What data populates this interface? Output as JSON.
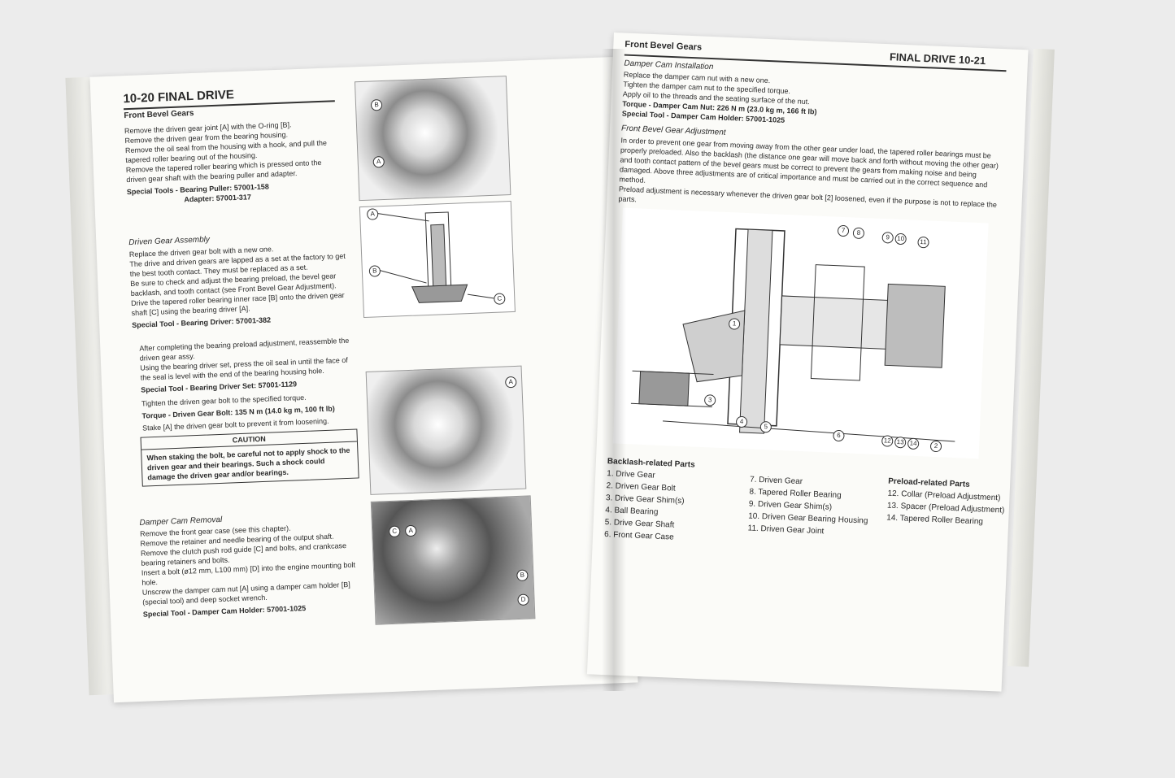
{
  "left_page": {
    "header": "10-20 FINAL DRIVE",
    "section": "Front Bevel Gears",
    "block1": [
      "Remove the driven gear joint [A] with the O-ring [B].",
      "Remove the driven gear from the bearing housing.",
      "Remove the oil seal from the housing with a hook, and pull the tapered roller bearing out of the housing.",
      "Remove the tapered roller bearing which is pressed onto the driven gear shaft with the bearing puller and adapter."
    ],
    "block1_tool_label": "Special Tools -",
    "block1_tools": [
      "Bearing Puller: 57001-158",
      "Adapter: 57001-317"
    ],
    "sub2": "Driven Gear Assembly",
    "block2": [
      "Replace the driven gear bolt with a new one.",
      "The drive and driven gears are lapped as a set at the factory to get the best tooth contact. They must be replaced as a set.",
      "Be sure to check and adjust the bearing preload, the bevel gear backlash, and tooth contact (see Front Bevel Gear Adjustment).",
      "Drive the tapered roller bearing inner race [B] onto the driven gear shaft [C] using the bearing driver [A]."
    ],
    "block2_tool": "Special Tool -   Bearing Driver: 57001-382",
    "block3": [
      "After completing the bearing preload adjustment, reassemble the driven gear assy.",
      "Using the bearing driver set, press the oil seal in until the face of the seal is level with the end of the bearing housing hole."
    ],
    "block3_tool": "Special Tool -   Bearing Driver Set: 57001-1129",
    "block4": [
      "Tighten the driven gear bolt to the specified torque."
    ],
    "block4_torque": "Torque -   Driven Gear Bolt: 135 N m (14.0 kg m, 100 ft lb)",
    "block4_stake": "Stake [A] the driven gear bolt to prevent it from loosening.",
    "caution_title": "CAUTION",
    "caution_body": "When staking the bolt, be careful not to apply shock to the driven gear and their bearings. Such a shock could damage the driven gear and/or bearings.",
    "sub5": "Damper Cam Removal",
    "block5": [
      "Remove the front gear case (see this chapter).",
      "Remove the retainer and needle bearing of the output shaft.",
      "Remove the clutch push rod guide [C] and bolts, and crankcase bearing retainers and bolts.",
      "Insert a bolt (ø12 mm, L100 mm) [D] into the engine mounting bolt hole.",
      "Unscrew the damper cam nut [A] using a damper cam holder [B] (special tool) and deep socket wrench."
    ],
    "block5_tool": "Special Tool -   Damper Cam Holder: 57001-1025",
    "labels": {
      "a": "A",
      "b": "B",
      "c": "C",
      "d": "D"
    }
  },
  "right_page": {
    "header_left": "Front Bevel Gears",
    "header_right": "FINAL DRIVE 10-21",
    "sub1": "Damper Cam Installation",
    "block1": [
      "Replace the damper cam nut with a new one.",
      "Tighten the damper cam nut to the specified torque.",
      "Apply oil to the threads and the seating surface of the nut."
    ],
    "block1_torque": "Torque -   Damper Cam Nut: 226 N m (23.0 kg m, 166 ft lb)",
    "block1_tool": "Special Tool -   Damper Cam Holder: 57001-1025",
    "sub2": "Front Bevel Gear Adjustment",
    "block2": "In order to prevent one gear from moving away from the other gear under load, the tapered roller bearings must be properly preloaded. Also the backlash (the distance one gear will move back and forth without moving the other gear) and tooth contact pattern of the bevel gears must be correct to prevent the gears from making noise and being damaged. Above three adjustments are of critical importance and must be carried out in the correct sequence and method.",
    "block2b": "Preload adjustment is necessary whenever the driven gear bolt [2] loosened, even if the purpose is not to replace the parts.",
    "callouts": [
      "1",
      "2",
      "3",
      "4",
      "5",
      "6",
      "7",
      "8",
      "9",
      "10",
      "11",
      "12",
      "13",
      "14"
    ],
    "backlash_title": "Backlash-related Parts",
    "backlash": [
      "1. Drive Gear",
      "2. Driven Gear Bolt",
      "3. Drive Gear Shim(s)",
      "4. Ball Bearing",
      "5. Drive Gear Shaft",
      "6. Front Gear Case"
    ],
    "middle": [
      "7. Driven Gear",
      "8. Tapered Roller Bearing",
      "9. Driven Gear Shim(s)",
      "10. Driven Gear Bearing Housing",
      "11. Driven Gear Joint"
    ],
    "preload_title": "Preload-related Parts",
    "preload": [
      "12. Collar (Preload Adjustment)",
      "13. Spacer (Preload Adjustment)",
      "14. Tapered Roller Bearing"
    ]
  }
}
